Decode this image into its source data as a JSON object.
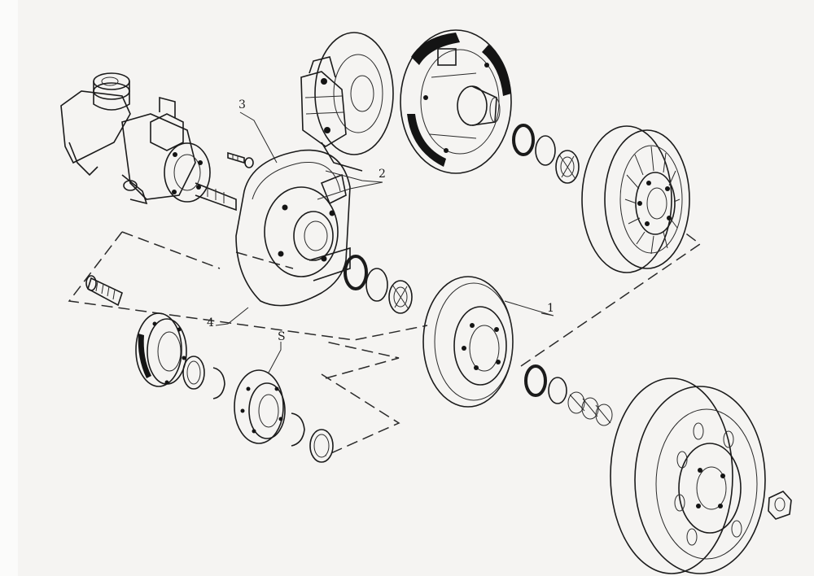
{
  "callouts": {
    "c1": "1",
    "c2": "2",
    "c3": "3",
    "c4": "4",
    "cS": "S"
  },
  "colors": {
    "background": "#f5f4f2",
    "line": "#1b1b1b"
  }
}
